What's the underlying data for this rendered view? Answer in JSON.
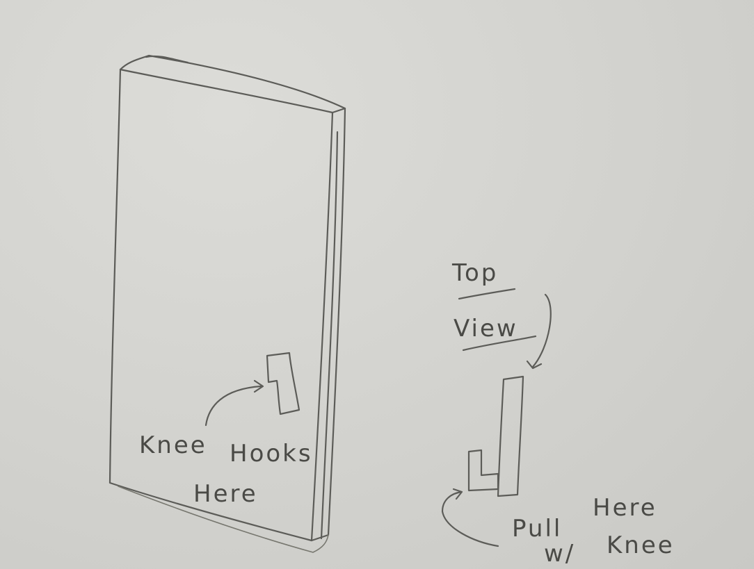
{
  "labels": {
    "knee": "Knee",
    "hooks": "Hooks",
    "here_left": "Here",
    "top": "Top",
    "view": "View",
    "pull": "Pull",
    "here_right": "Here",
    "w": "w/",
    "knee_right": "Knee"
  },
  "colors": {
    "paper": "#d4d4d0",
    "pencil": "#5c5c58"
  }
}
